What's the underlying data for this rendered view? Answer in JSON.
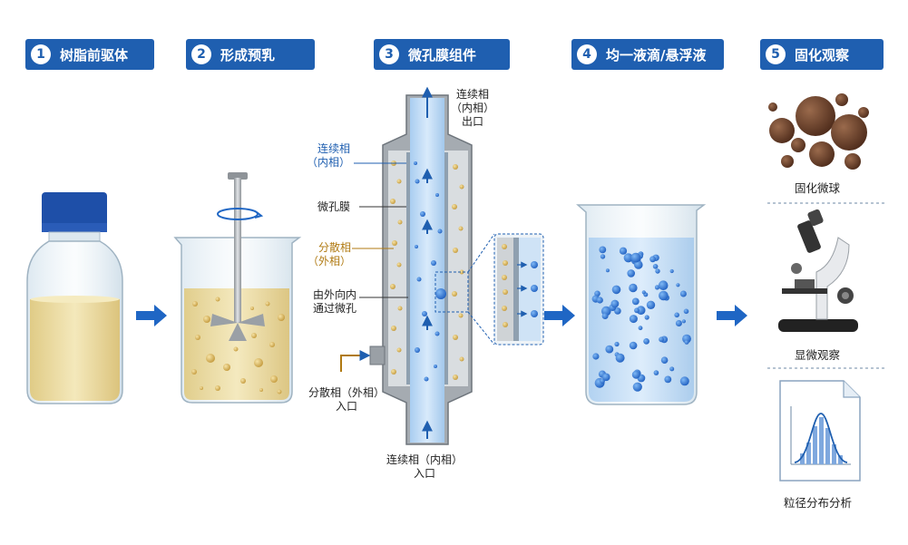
{
  "steps": [
    {
      "num": "1",
      "label": "树脂前驱体"
    },
    {
      "num": "2",
      "label": "形成预乳"
    },
    {
      "num": "3",
      "label": "微孔膜组件"
    },
    {
      "num": "4",
      "label": "均一液滴/悬浮液"
    },
    {
      "num": "5",
      "label": "固化观察"
    }
  ],
  "module": {
    "outlet": "连续相\n（内相）\n出口",
    "inner_phase": "连续相\n（内相）",
    "membrane": "微孔膜",
    "dispersed_phase": "分散相\n（外相）",
    "direction": "由外向内\n通过微孔",
    "dispersed_inlet": "分散相（外相）\n入口",
    "continuous_inlet": "连续相（内相）\n入口"
  },
  "observation": {
    "microspheres": "固化微球",
    "microscope": "显微观察",
    "size_distribution": "粒径分布分析"
  },
  "colors": {
    "step_badge": "#1f5fb0",
    "arrow": "#1f66c4",
    "resin": "#e8d48a",
    "dispersed": "#c9a24a",
    "continuous": "#bcd8f3",
    "droplet": "#3a7fd6"
  }
}
